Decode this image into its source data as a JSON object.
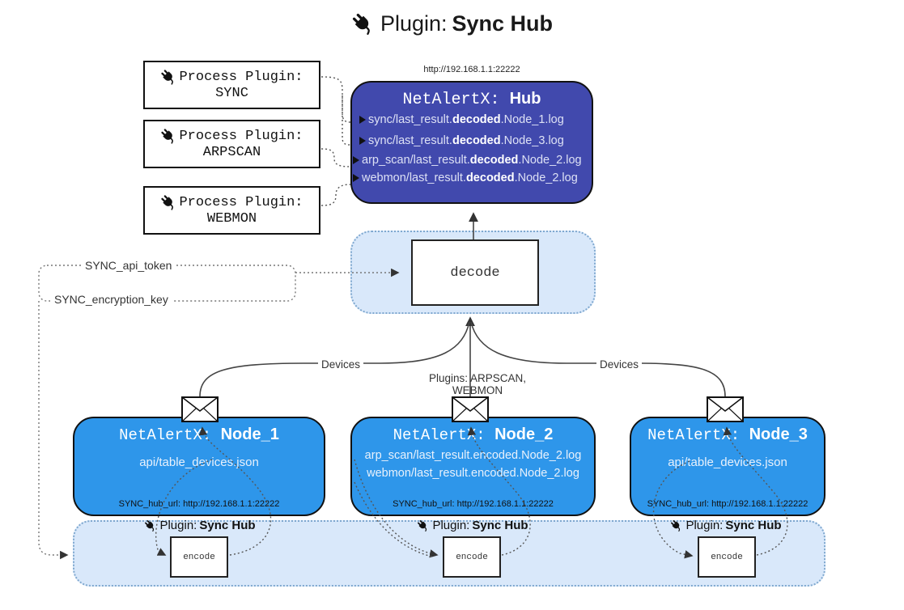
{
  "title": {
    "prefix": "Plugin: ",
    "bold": "Sync Hub"
  },
  "hub": {
    "url": "http://192.168.1.1:22222",
    "name_prefix": "NetAlertX: ",
    "name_bold": "Hub",
    "lines": [
      {
        "pre": "sync/last_result.",
        "bold": "decoded",
        "post": ".Node_1.log"
      },
      {
        "pre": "sync/last_result.",
        "bold": "decoded",
        "post": ".Node_3.log"
      },
      {
        "pre": "arp_scan/last_result.",
        "bold": "decoded",
        "post": ".Node_2.log"
      },
      {
        "pre": "webmon/last_result.",
        "bold": "decoded",
        "post": ".Node_2.log"
      }
    ]
  },
  "process_plugins": [
    {
      "label": "Process Plugin:",
      "name": "SYNC"
    },
    {
      "label": "Process Plugin:",
      "name": "ARPSCAN"
    },
    {
      "label": "Process Plugin:",
      "name": "WEBMON"
    }
  ],
  "decode": {
    "label": "decode"
  },
  "keys": {
    "api_token": "SYNC_api_token",
    "encryption_key": "SYNC_encryption_key"
  },
  "edges": {
    "devices_left": "Devices",
    "devices_right": "Devices",
    "plugins_center": "Plugins: ARPSCAN, WEBMON"
  },
  "nodes": [
    {
      "name_prefix": "NetAlertX: ",
      "name_bold": "Node_1",
      "lines": [
        "api/table_devices.json"
      ],
      "hub_url": "SYNC_hub_url: http://192.168.1.1:22222"
    },
    {
      "name_prefix": "NetAlertX: ",
      "name_bold": "Node_2",
      "lines": [
        "arp_scan/last_result.encoded.Node_2.log",
        "webmon/last_result.encoded.Node_2.log"
      ],
      "hub_url": "SYNC_hub_url: http://192.168.1.1:22222"
    },
    {
      "name_prefix": "NetAlertX: ",
      "name_bold": "Node_3",
      "lines": [
        "api/table_devices.json"
      ],
      "hub_url": "SYNC_hub_url: http://192.168.1.1:22222"
    }
  ],
  "sync_groups": [
    {
      "label_prefix": "Plugin: ",
      "label_bold": "Sync Hub",
      "box": "encode"
    },
    {
      "label_prefix": "Plugin: ",
      "label_bold": "Sync Hub",
      "box": "encode"
    },
    {
      "label_prefix": "Plugin: ",
      "label_bold": "Sync Hub",
      "box": "encode"
    }
  ],
  "colors": {
    "hub_bg": "#4149ad",
    "node_bg": "#2e96ea",
    "container_bg": "#d9e8fa",
    "container_border": "#7fa8cf",
    "line_color": "#444444"
  }
}
